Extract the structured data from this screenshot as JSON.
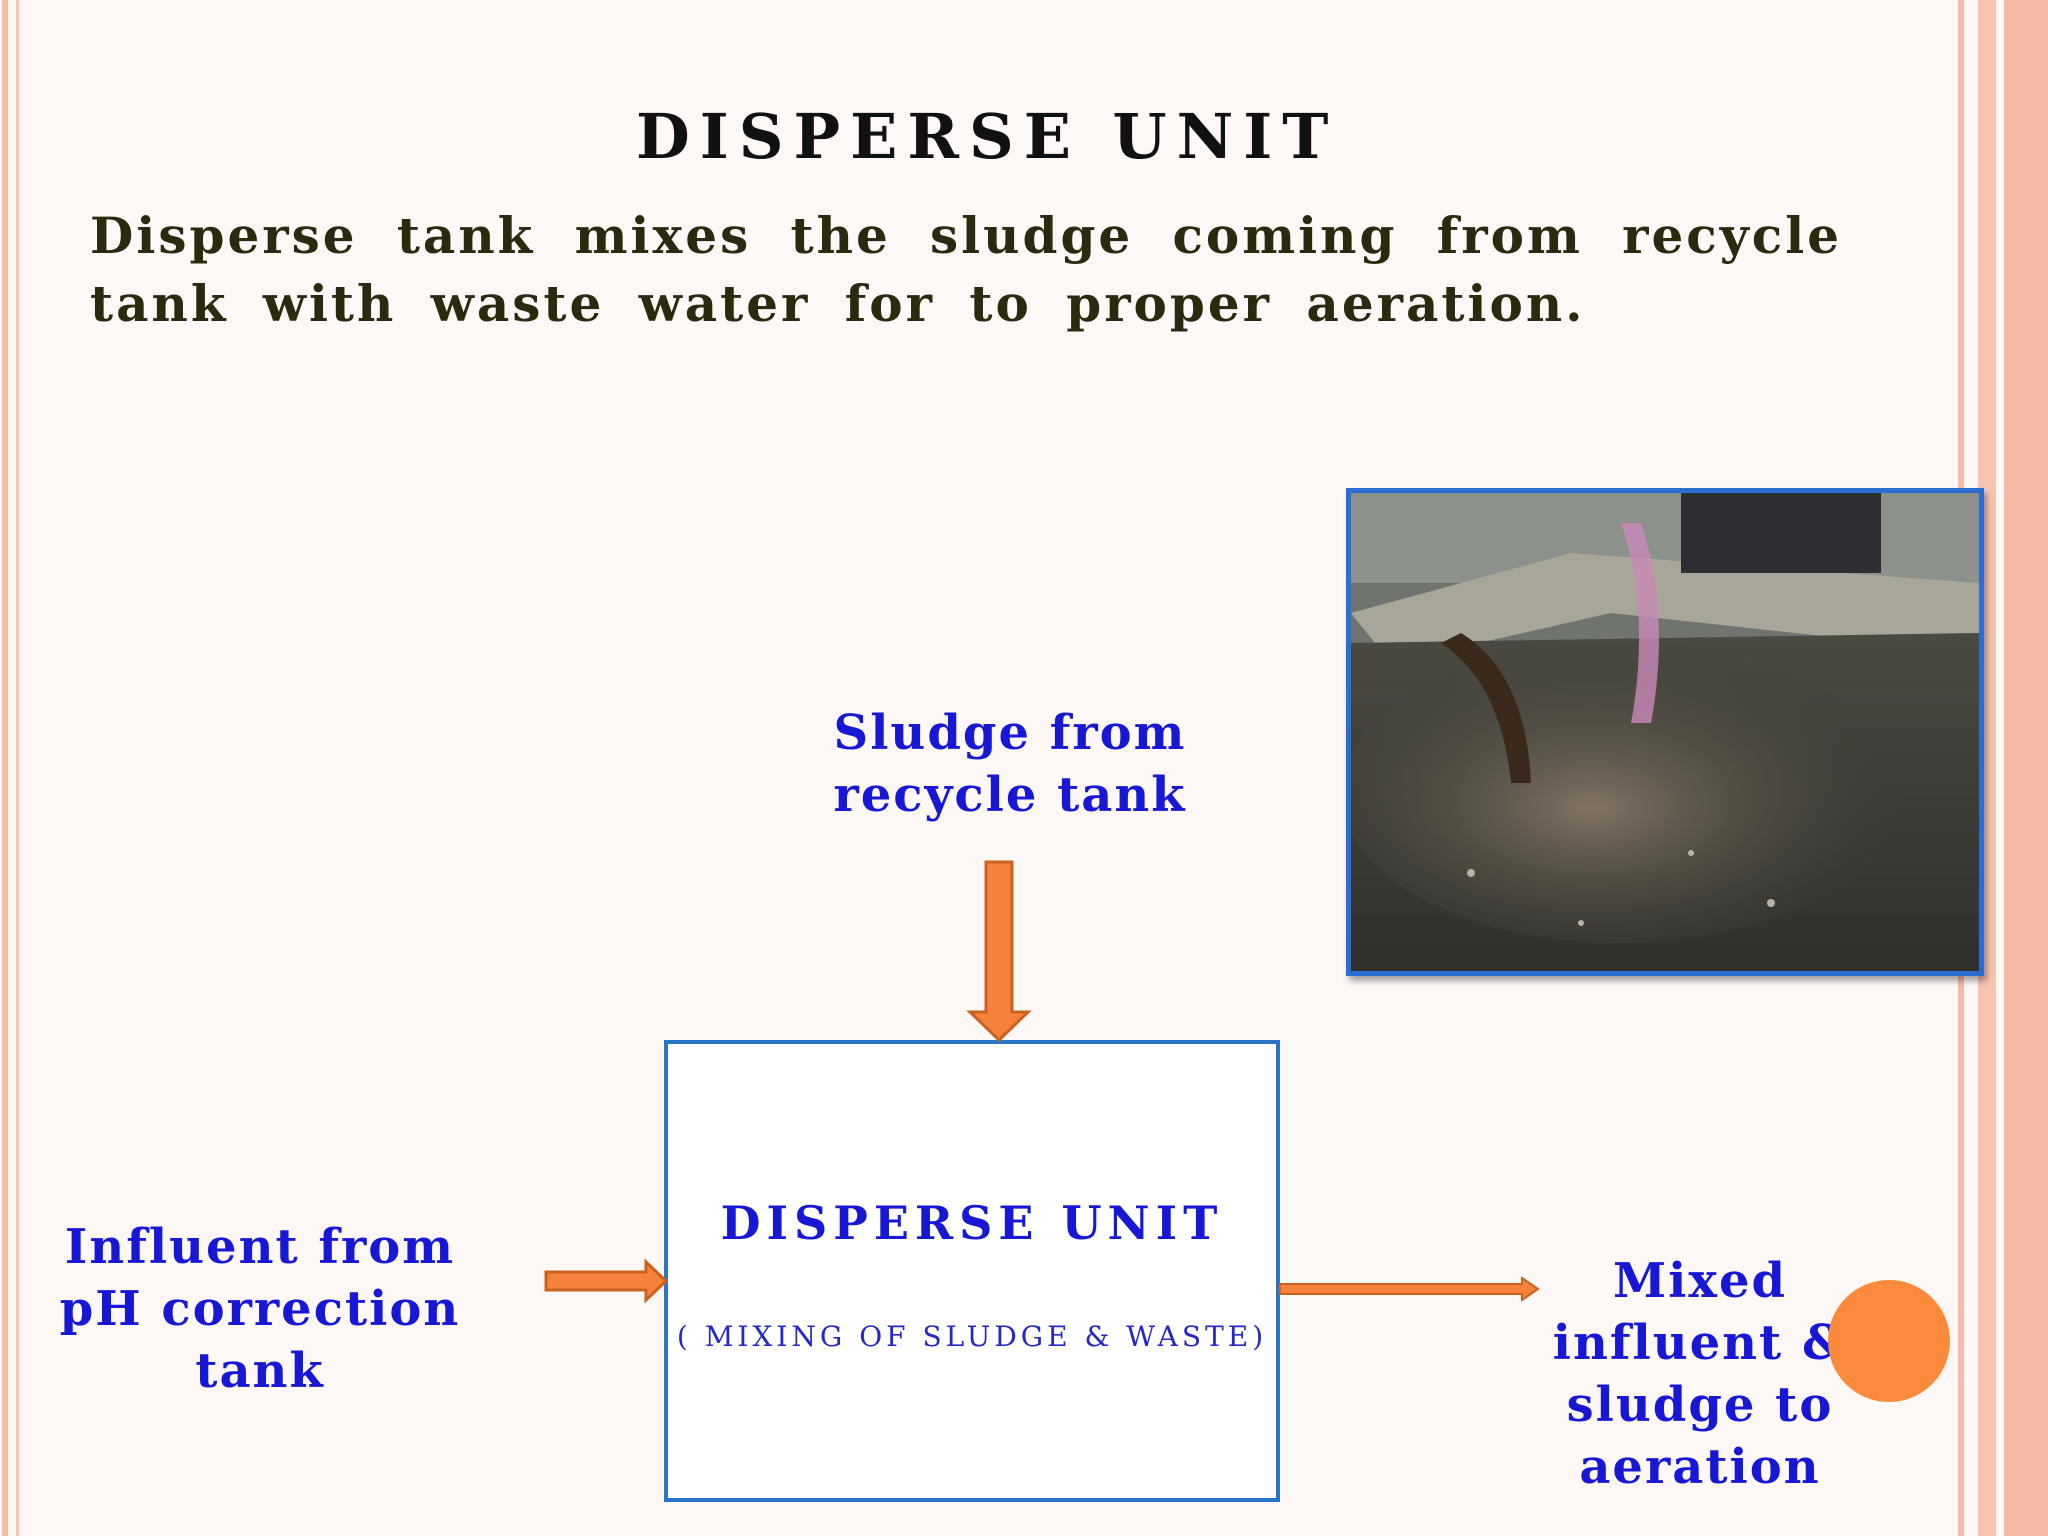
{
  "slide": {
    "title": "DISPERSE UNIT",
    "description": "Disperse tank mixes the sludge coming from recycle tank with waste water for to proper aeration."
  },
  "diagram": {
    "input_top_label": "Sludge from recycle tank",
    "input_left_label": "Influent from pH correction tank",
    "output_right_label": "Mixed influent & sludge to aeration",
    "unit": {
      "title": "DISPERSE UNIT",
      "subtitle": "( MIXING OF SLUDGE & WASTE)"
    }
  },
  "colors": {
    "label_blue": "#1717d6",
    "box_border": "#2a76c6",
    "arrow_orange": "#f5813a",
    "accent_circle": "#fb8a3b",
    "border_salmon": "#f5bba8"
  }
}
